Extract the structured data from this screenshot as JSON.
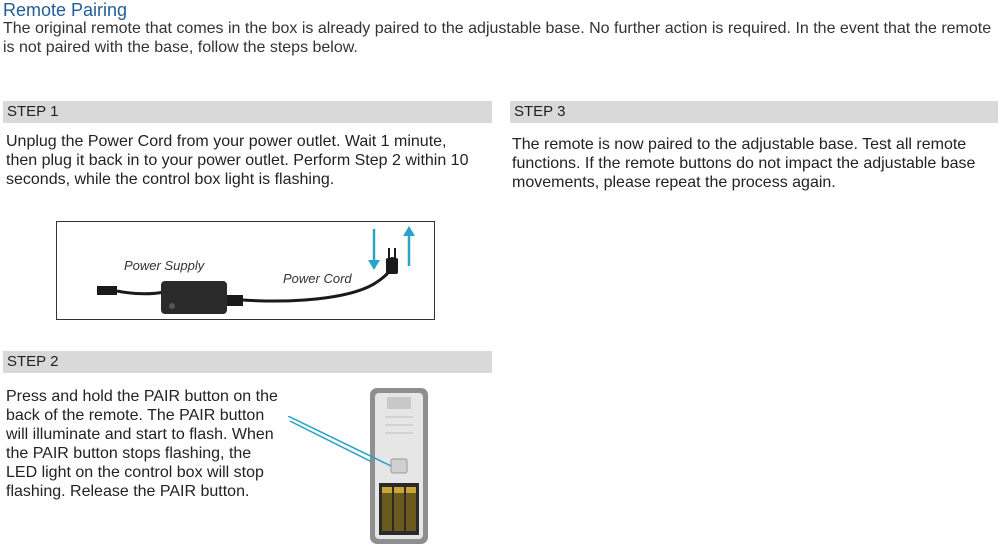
{
  "title": "Remote Pairing",
  "intro": "The original remote that comes in the box is already paired to the adjustable base. No further action is required. In the event that the remote is not paired with the base, follow the steps below.",
  "steps": [
    {
      "label": "STEP 1",
      "text": "Unplug the Power Cord from your power outlet. Wait 1 minute, then plug it back in to your power outlet. Perform Step 2 within 10 seconds, while the control box light is flashing."
    },
    {
      "label": "STEP 2",
      "text": "Press and hold the PAIR button on the back of the remote. The PAIR button will illuminate and start to flash. When the PAIR button stops flashing, the LED light on the control box will stop flashing. Release the PAIR button."
    },
    {
      "label": "STEP 3",
      "text": "The remote is now paired to the adjustable base. Test all remote functions. If the remote buttons do not impact the adjustable base movements, please repeat the process again."
    }
  ],
  "figure": {
    "power_supply_label": "Power Supply",
    "power_cord_label": "Power Cord",
    "arrow_color": "#2aa3c8"
  }
}
